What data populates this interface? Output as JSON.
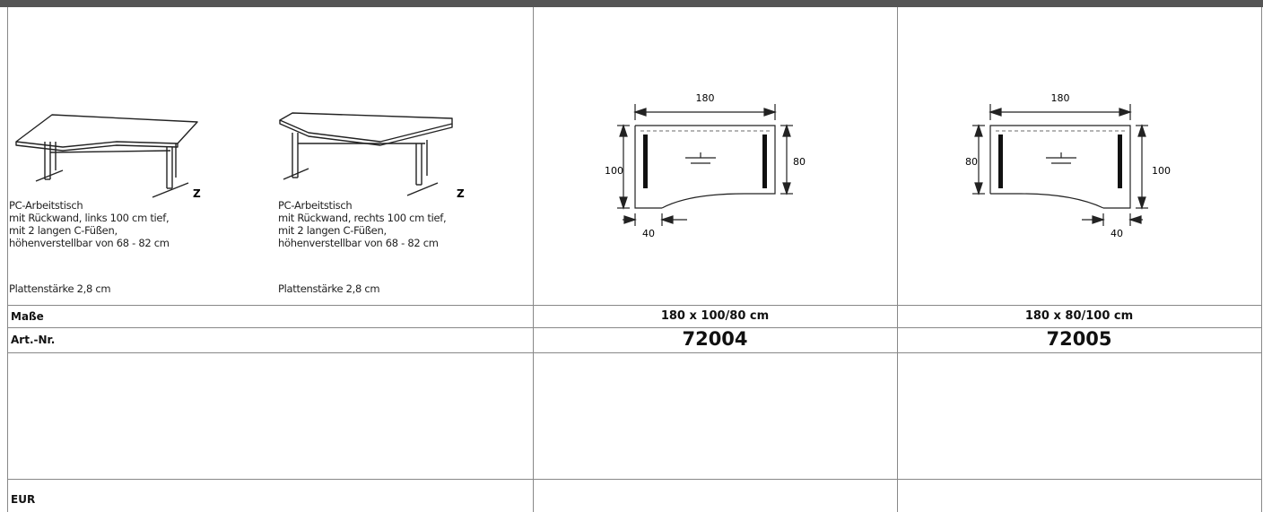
{
  "products": [
    {
      "marker": "Z",
      "description": [
        "PC-Arbeitstisch",
        "mit Rückwand, links 100 cm tief,",
        "mit 2 langen C-Füßen,",
        "höhenverstellbar von 68 - 82 cm"
      ],
      "thickness": "Plattenstärke 2,8 cm"
    },
    {
      "marker": "Z",
      "description": [
        "PC-Arbeitstisch",
        "mit Rückwand, rechts 100 cm tief,",
        "mit 2 langen C-Füßen,",
        "höhenverstellbar von 68 - 82 cm"
      ],
      "thickness": "Plattenstärke 2,8 cm"
    }
  ],
  "diagrams": [
    {
      "width": "180",
      "left_depth": "100",
      "right_depth": "80",
      "cut": "40"
    },
    {
      "width": "180",
      "left_depth": "80",
      "right_depth": "100",
      "cut": "40"
    }
  ],
  "rows": {
    "masse_label": "Maße",
    "artnr_label": "Art.-Nr.",
    "eur_label": "EUR"
  },
  "columns": [
    {
      "masse": "180 x 100/80 cm",
      "artnr": "72004"
    },
    {
      "masse": "180 x 80/100 cm",
      "artnr": "72005"
    }
  ]
}
